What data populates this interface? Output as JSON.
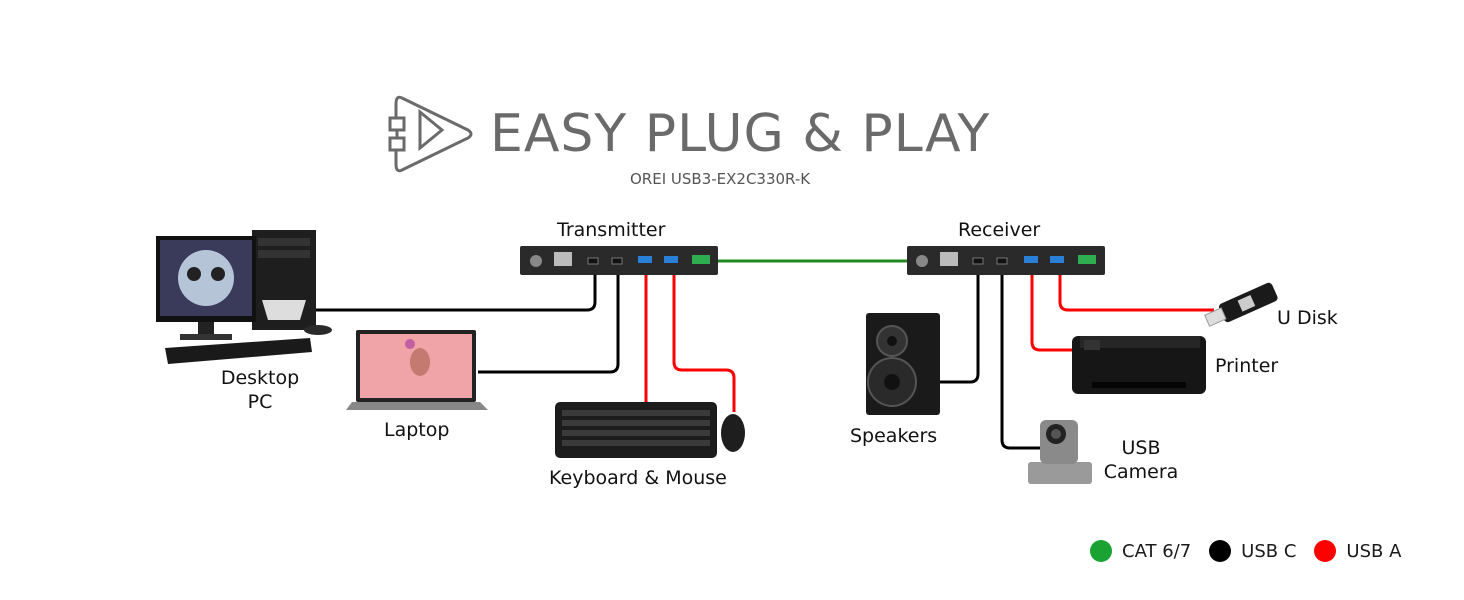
{
  "header": {
    "title": "EASY PLUG & PLAY",
    "subtitle": "OREI USB3-EX2C330R-K",
    "logo_icon": "plug-play-icon"
  },
  "devices": {
    "transmitter": {
      "label": "Transmitter"
    },
    "receiver": {
      "label": "Receiver"
    }
  },
  "endpoints": {
    "desktop_pc": "Desktop\nPC",
    "desktop_pc_line1": "Desktop",
    "desktop_pc_line2": "PC",
    "laptop": "Laptop",
    "keyboard_mouse": "Keyboard & Mouse",
    "speakers": "Speakers",
    "usb_camera_line1": "USB",
    "usb_camera_line2": "Camera",
    "printer": "Printer",
    "u_disk": "U Disk"
  },
  "legend": [
    {
      "label": "CAT 6/7",
      "color": "#1aa333"
    },
    {
      "label": "USB C",
      "color": "#000000"
    },
    {
      "label": "USB A",
      "color": "#ff0000"
    }
  ],
  "colors": {
    "cat": "#1f8a1f",
    "usb_c": "#000000",
    "usb_a": "#ff0000",
    "title": "#6a6a6a"
  }
}
